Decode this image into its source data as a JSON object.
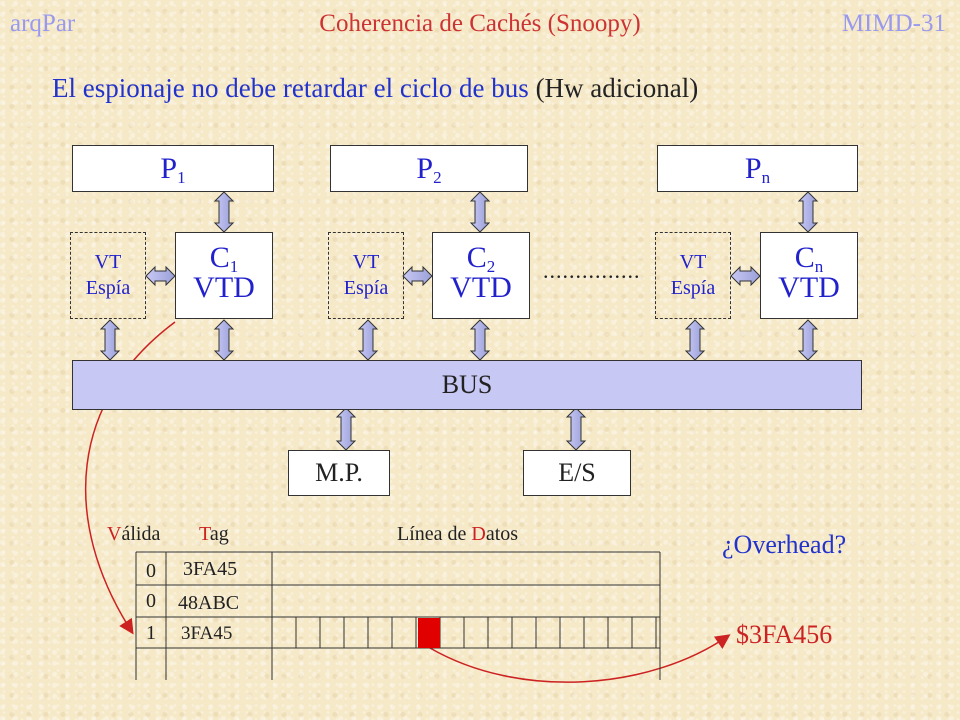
{
  "header": {
    "left": "arqPar",
    "center": "Coherencia de Cachés (Snoopy)",
    "right": "MIMD-31"
  },
  "subtitle": {
    "main": "El espionaje no debe retardar el ciclo de bus",
    "extra": "(Hw adicional)"
  },
  "processors": [
    {
      "letter": "P",
      "sub": "1"
    },
    {
      "letter": "P",
      "sub": "2"
    },
    {
      "letter": "P",
      "sub": "n"
    }
  ],
  "caches": [
    {
      "letter": "C",
      "sub": "1",
      "kind": "VTD"
    },
    {
      "letter": "C",
      "sub": "2",
      "kind": "VTD"
    },
    {
      "letter": "C",
      "sub": "n",
      "kind": "VTD"
    }
  ],
  "spies": [
    {
      "line1": "VT",
      "line2": "Espía"
    },
    {
      "line1": "VT",
      "line2": "Espía"
    },
    {
      "line1": "VT",
      "line2": "Espía"
    }
  ],
  "ellipsis": "...............",
  "bus_label": "BUS",
  "memory_label": "M.P.",
  "io_label": "E/S",
  "table": {
    "col_valid": "Válida",
    "col_tag": "Tag",
    "col_data_prefix": "Línea de ",
    "col_data_accent": "D",
    "col_data_suffix": "atos",
    "rows": [
      {
        "valid": "0",
        "tag": "3FA45"
      },
      {
        "valid": "0",
        "tag": "48ABC"
      },
      {
        "valid": "1",
        "tag": "3FA45"
      }
    ]
  },
  "overhead_label": "¿Overhead?",
  "address_label": "$3FA456",
  "colors": {
    "blue_text": "#2233cc",
    "red_accent": "#cc2222",
    "bus_fill": "#c8c8f4",
    "background": "#f6e9c8"
  }
}
